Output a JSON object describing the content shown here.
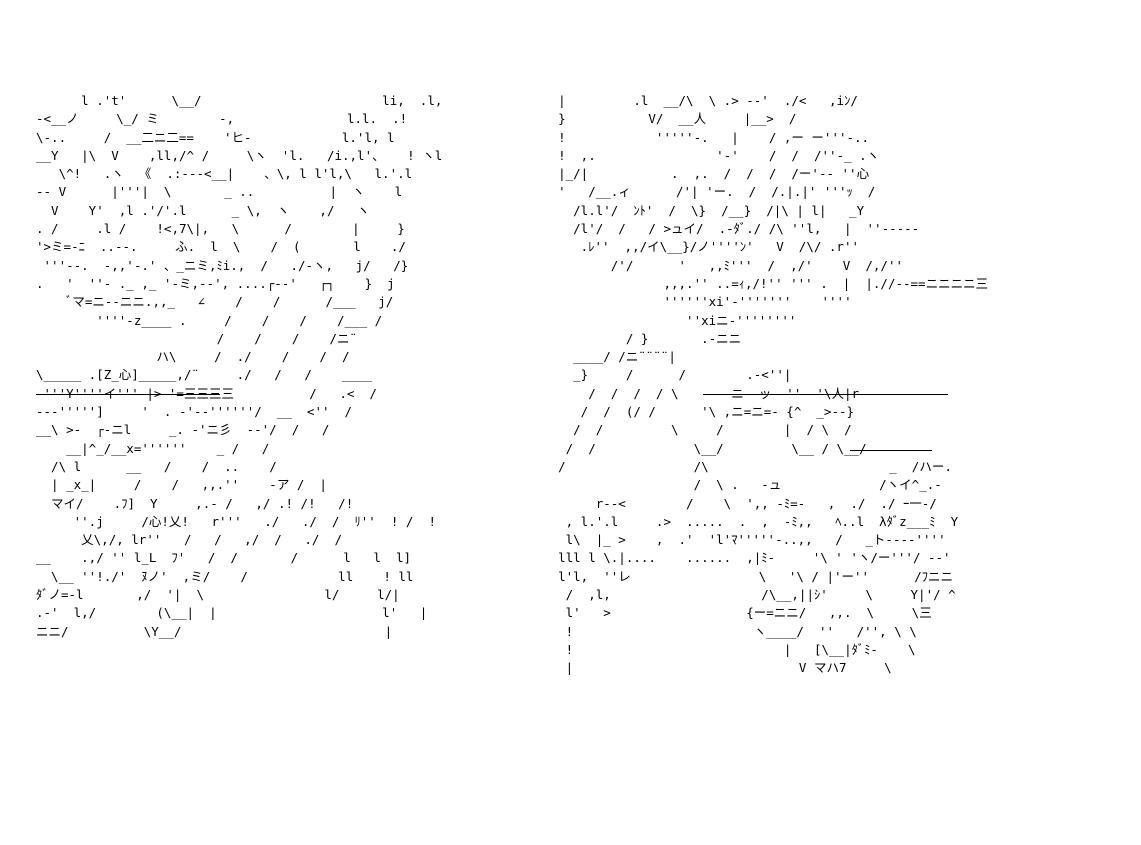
{
  "art": {
    "left_lines": [
      "      l .'t'      \\__/                        li,  .l,",
      "-<__ノ     \\_/ ミ        -,               l.l.  .!",
      "\\-..     /  __二ニ二==    'ヒ-            l.'l, l",
      "__Y   |\\  V    ,ll,/^ /     \\ヽ  'l.   /i.,l'、   ! ヽl",
      "   \\^!   .ヽ  《  .:---<__|    、\\, l l'l,\\   l.'.l",
      "-- V      |'''|  \\       _ ..          |  ヽ    l",
      "  V    Y'  ,l .'/'.l      _ \\,  ヽ    ,/   ヽ",
      ". /     .l /    !<,7\\|,   \\      /        |     }",
      "'>ミ=-ﾆ  ..--.     ふ.  l  \\    /  (       l    ./",
      " '''--.  -,,'-.' 、_ニミ,ﾐi.,  /   ./-ヽ,   j/   /}",
      ".   '  ''- ._ ,_ '-ミ,--', ....┌--'   ┌┐    }  j",
      "    ﾞマ=ニ--ニニ.,,_   ∠    /    /      /___   j/",
      "        ''''-z____ .     /    /    /    /___ /",
      "                        /    /    /    /ニ¨",
      "                ハ\\     /  ./    /    /  /",
      "\\_____ .[Z_心]_____,/¨     ./   /   /    ____",
      "-'''Y''''イ''' |>-'=三三三三          /   .<  /",
      "---''''']     '  . -'--''''''/  __  <''  /",
      "__\\ >-  ┌-ニl     _. -'ニ彡  --'/  /   /",
      "    __|^_/__x=''''''    _ /   /",
      "  /\\ l      __   /    /  ..    /",
      "  | _x_|     /    /   ,,.''    -ア /  |",
      "  マイ/    .ﾌ]  Y     ,.- /   ,/ .! /!   /!",
      "     ''.j     /心!乂!   r'''   ./   ./  /  ﾘ''  ! /  !",
      "      乂\\,/, lr''   /   /   ,/  /   ./  /",
      "__    .,/ '' l_L  ﾌ'   /  /       /      l   l  l]",
      "  \\__ ''!./'  ﾇノ'  ,ミ/    /            ll    ! ll",
      "ﾀﾞノ=-l       ,/  '|  \\                l/     l/|",
      ".-'  l,/        (\\__|  |                      l'   |",
      "ニニ/          \\Y__/                           |"
    ],
    "right_lines": [
      "    |         .l  __/\\  \\ .> --'  ./<   ,iﾝ/",
      "    }           V/  __人     |__>  /",
      "    !            '''''-.   |    / ,ー ー'''-..",
      "    !  ,.                '-'    /  /  /''-_ .ヽ",
      "    |_/|           .  ,.  /  /  /  /ー'-- ''心",
      "    '   /__.ィ      /'| 'ー.  /  /.|.|' '''ｯ  /",
      "      /l.l'/  ﾝﾄ'  /  \\}  /__}  /|\\ | l|   _Y",
      "      /l'/  /   / >ュイ/  .-ﾀﾞ./ /\\ ''l,   |  ''-----",
      "       .ﾚ''  ,,/イ\\__}/ノ''''ﾝ'   V  /\\/ .r''",
      "           /'/      '   ,,ﾐ'''  /  ,/'    V  /,/''",
      "                  ,,,.'' ..=ｨ,/!'' ''' .  |  |.//--==ニニニニ三",
      "                  ''''''xi'-'''''''    ''''",
      "                     ''xiニ-''''''''",
      "             / }       .-ニニ",
      "      ____/ /ニ¨¨¨¨|",
      "      _}     /      /        .-<''|",
      "        /  /  /  / \\       ニ--ッ--''  '\\人|r",
      "       /  /  (/ /      '\\ ,ニ=ニ=- {^  _>--}",
      "      /  /         \\     /        |  / \\  /",
      "     /  /             \\__/         \\__ / \\__/",
      "    /                 /\\                        _  /ハー.",
      "                      /  \\ .   -ュ             /ヽイ^_.-",
      "         r--<        /    \\  ',, -ﾐ=-   ,  ./  ./ ｰ一-/",
      "     , l.'.l     .>  .....  .  ,  -ﾐ,,   ﾍ..l  λﾀﾞz___ﾐ  Y",
      "     l\\  |_ >    ,  .'  'l'ﾏ'''''-..,,   /   _ト----''''",
      "    lll l \\.|....    ......  ,|ﾐ-     '\\ ' 'ヽ/ー'''/ --'",
      "    l'l,  ''レ                 \\   '\\ / |'ー''      /ﾌニニ",
      "     /  ,l,                    /\\__,||ｼ'     \\     Y|'/ ^",
      "     l'   >                  {ー=ニニ/   ,,.  \\     \\三",
      "     !                        ヽ____/  ''   /'', \\ \\",
      "     !                            |   [\\__|ﾀﾞﾐ-    \\",
      "     |                              V マハ7     \\"
    ]
  }
}
